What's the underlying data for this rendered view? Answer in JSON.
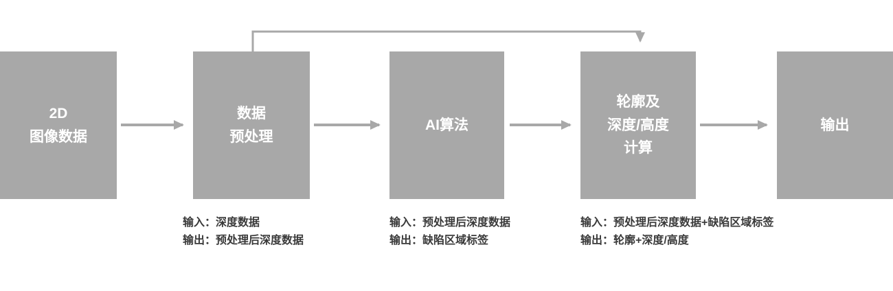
{
  "diagram": {
    "title": "AI depth/height measurement pipeline flowchart",
    "colors": {
      "box_fill": "#a8a8a8",
      "box_text": "#ffffff",
      "arrow": "#a8a8a8",
      "annotation_text": "#3a3a3a",
      "background": "#ffffff"
    },
    "nodes": [
      {
        "id": "node-2d-image-data",
        "label": "2D\n图像数据"
      },
      {
        "id": "node-preprocessing",
        "label": "数据\n预处理"
      },
      {
        "id": "node-ai-algorithm",
        "label": "AI算法"
      },
      {
        "id": "node-contour-depth",
        "label": "轮廓及\n深度/高度\n计算"
      },
      {
        "id": "node-output",
        "label": "输出"
      }
    ],
    "annotations": [
      {
        "under": "node-preprocessing",
        "input": "输入：深度数据",
        "output": "输出：预处理后深度数据"
      },
      {
        "under": "node-ai-algorithm",
        "input": "输入：预处理后深度数据",
        "output": "输出：缺陷区域标签"
      },
      {
        "under": "node-contour-depth",
        "input": "输入：预处理后深度数据+缺陷区域标签",
        "output": "输出：轮廓+深度/高度"
      }
    ],
    "edges": [
      {
        "from": "node-2d-image-data",
        "to": "node-preprocessing",
        "type": "straight"
      },
      {
        "from": "node-preprocessing",
        "to": "node-ai-algorithm",
        "type": "straight"
      },
      {
        "from": "node-ai-algorithm",
        "to": "node-contour-depth",
        "type": "straight"
      },
      {
        "from": "node-contour-depth",
        "to": "node-output",
        "type": "straight"
      },
      {
        "from": "node-preprocessing",
        "to": "node-contour-depth",
        "type": "skip-over-top"
      }
    ]
  }
}
